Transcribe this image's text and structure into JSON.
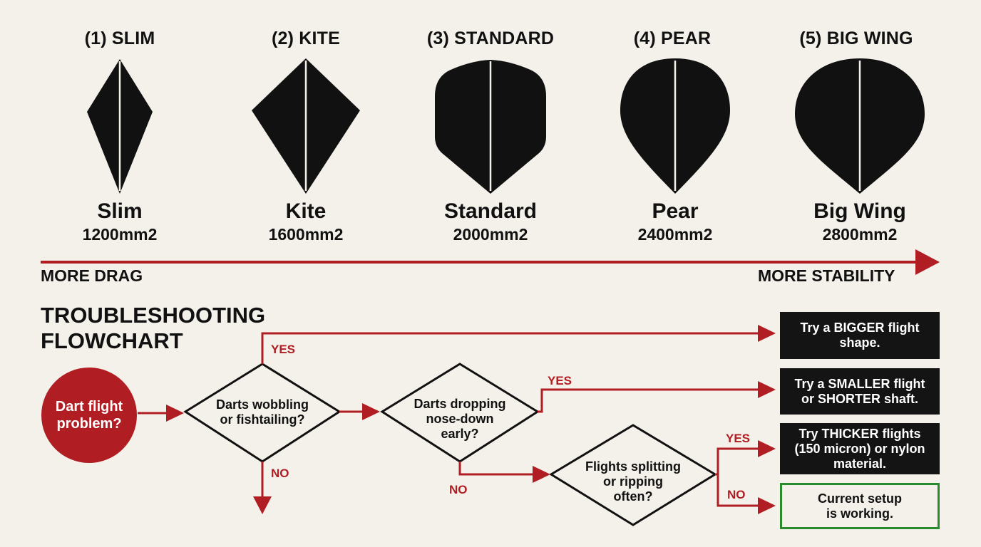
{
  "colors": {
    "background": "#f4f1ea",
    "accent_red": "#b01e23",
    "shape_black": "#111111",
    "ok_green": "#2a8a2e"
  },
  "shapes": [
    {
      "number_label": "(1) SLIM",
      "name": "Slim",
      "area": "1200mm2",
      "icon": "slim-flight-icon"
    },
    {
      "number_label": "(2) KITE",
      "name": "Kite",
      "area": "1600mm2",
      "icon": "kite-flight-icon"
    },
    {
      "number_label": "(3) STANDARD",
      "name": "Standard",
      "area": "2000mm2",
      "icon": "standard-flight-icon"
    },
    {
      "number_label": "(4) PEAR",
      "name": "Pear",
      "area": "2400mm2",
      "icon": "pear-flight-icon"
    },
    {
      "number_label": "(5) BIG WING",
      "name": "Big Wing",
      "area": "2800mm2",
      "icon": "big-wing-flight-icon"
    }
  ],
  "scale": {
    "left_label": "MORE DRAG",
    "right_label": "MORE STABILITY"
  },
  "flowchart": {
    "title_line1": "TROUBLESHOOTING",
    "title_line2": "FLOWCHART",
    "start": {
      "line1": "Dart flight",
      "line2": "problem?"
    },
    "decision1": {
      "line1": "Darts wobbling",
      "line2": "or fishtailing?",
      "yes": "YES",
      "no": "NO"
    },
    "decision2": {
      "line1": "Darts dropping",
      "line2": "nose-down",
      "line3": "early?",
      "yes": "YES",
      "no": "NO"
    },
    "decision3": {
      "line1": "Flights splitting",
      "line2": "or ripping",
      "line3": "often?",
      "yes": "YES",
      "no": "NO"
    },
    "outcomes": [
      {
        "line1": "Try a BIGGER flight",
        "line2": "shape."
      },
      {
        "line1": "Try a SMALLER flight",
        "line2": "or SHORTER shaft."
      },
      {
        "line1": "Try THICKER flights",
        "line2": "(150 micron) or nylon",
        "line3": "material."
      },
      {
        "line1": "Current setup",
        "line2": "is working."
      }
    ]
  }
}
